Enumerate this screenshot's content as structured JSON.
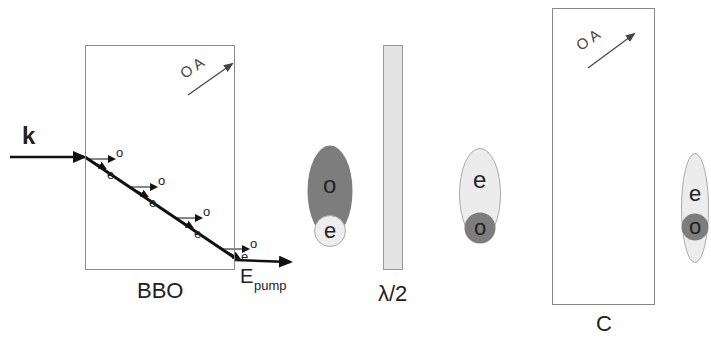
{
  "diagram": {
    "nodes": [
      {
        "text": [
          "BBO"
        ]
      },
      {
        "text": [
          "λ/2"
        ]
      },
      {
        "text": [
          "C"
        ]
      },
      {
        "text": [
          "o"
        ]
      },
      {
        "text": [
          "e"
        ],
        "in": 3
      },
      {
        "text": [
          "e"
        ]
      },
      {
        "text": [
          "o"
        ],
        "in": 5
      },
      {
        "text": [
          "e"
        ]
      },
      {
        "text": [
          "o"
        ],
        "in": 7
      }
    ],
    "labels": [
      "O A",
      "O A",
      "k",
      "E",
      "pump",
      "o",
      "e",
      "o",
      "e",
      "o",
      "e",
      "o",
      "e"
    ]
  }
}
